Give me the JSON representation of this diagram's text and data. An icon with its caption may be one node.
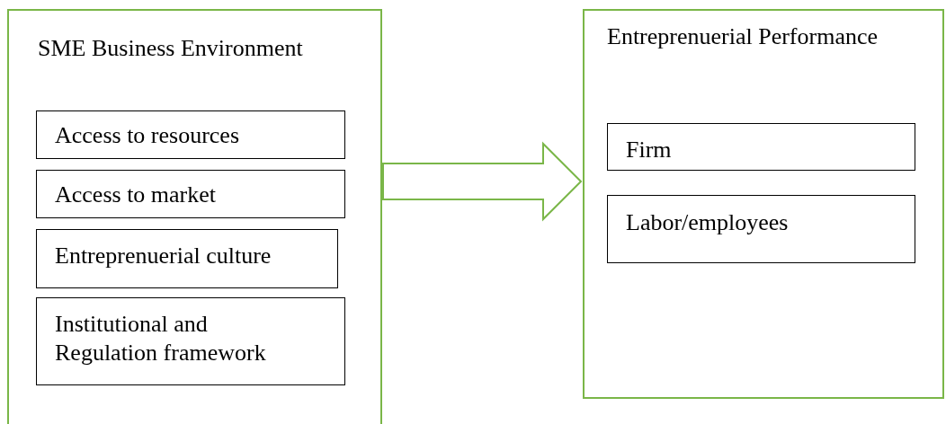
{
  "diagram": {
    "nodes": [
      {
        "text": [
          "SME Business Environment"
        ]
      },
      {
        "text": [
          "Access to resources"
        ],
        "in": 0
      },
      {
        "text": [
          "Access to market"
        ],
        "in": 0
      },
      {
        "text": [
          "Entreprenuerial culture"
        ],
        "in": 0
      },
      {
        "text": [
          "Institutional and Regulation framework"
        ],
        "in": 0
      },
      {
        "text": [
          "Entreprenuerial Performance"
        ]
      },
      {
        "text": [
          "Firm"
        ],
        "in": 5
      },
      {
        "text": [
          "Labor/employees"
        ],
        "in": 5
      }
    ],
    "edges": [
      {
        "from": 0,
        "to": 5,
        "arrow": "to"
      }
    ]
  }
}
